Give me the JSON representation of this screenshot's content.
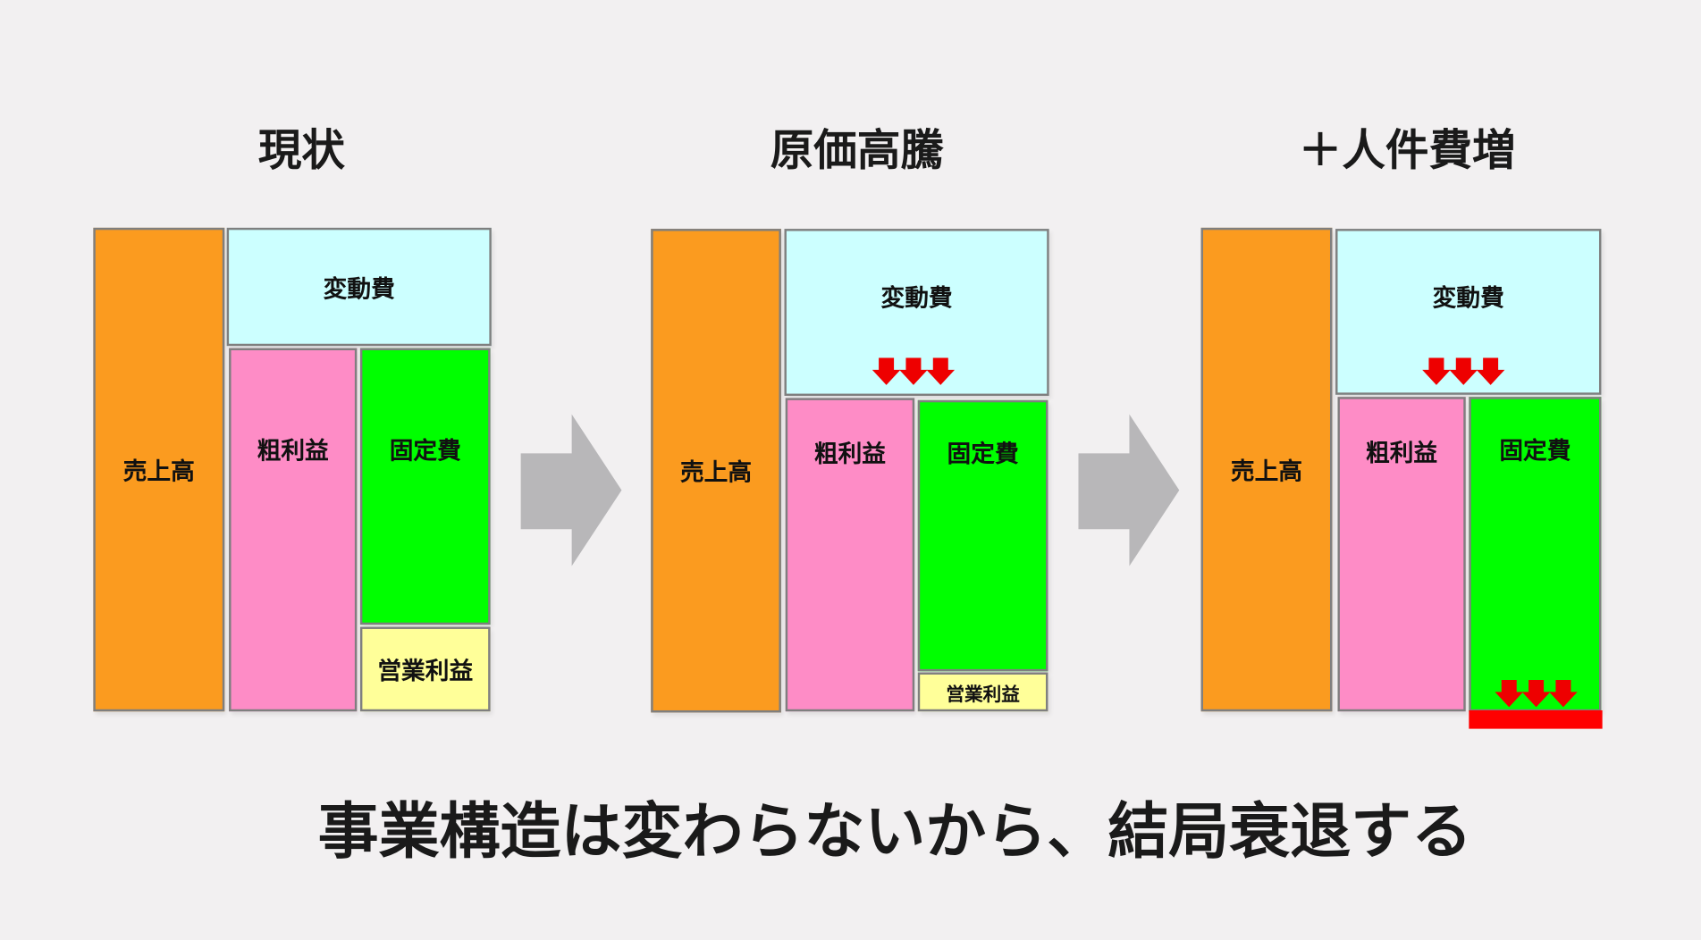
{
  "panels": [
    {
      "title": "現状",
      "sales": "売上高",
      "variable_cost": "変動費",
      "gross_profit": "粗利益",
      "fixed_cost": "固定費",
      "operating_profit": "営業利益"
    },
    {
      "title": "原価高騰",
      "sales": "売上高",
      "variable_cost": "変動費",
      "gross_profit": "粗利益",
      "fixed_cost": "固定費",
      "operating_profit": "営業利益"
    },
    {
      "title": "＋人件費増",
      "sales": "売上高",
      "variable_cost": "変動費",
      "gross_profit": "粗利益",
      "fixed_cost": "固定費"
    }
  ],
  "conclusion": "事業構造は変わらないから、結局衰退する",
  "colors": {
    "sales": "#fb9b1f",
    "variable_cost": "#ccffff",
    "gross_profit": "#fe8cc6",
    "fixed_cost": "#00ff00",
    "operating_profit": "#ffff99",
    "loss": "#ff0000",
    "arrow": "#b8b7b9"
  }
}
